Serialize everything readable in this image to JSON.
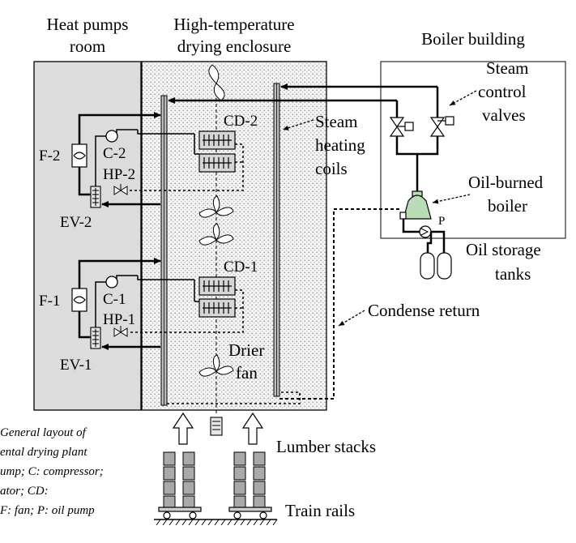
{
  "labels": {
    "heat_pumps_room_1": "Heat pumps",
    "heat_pumps_room_2": "room",
    "enclosure_1": "High-temperature",
    "enclosure_2": "drying enclosure",
    "boiler_building": "Boiler building",
    "steam_control_1": "Steam",
    "steam_control_2": "control",
    "steam_control_3": "valves",
    "steam_heating_1": "Steam",
    "steam_heating_2": "heating",
    "steam_heating_3": "coils",
    "oil_boiler_1": "Oil-burned",
    "oil_boiler_2": "boiler",
    "pump_p": "P",
    "oil_tanks_1": "Oil storage",
    "oil_tanks_2": "tanks",
    "condense_return": "Condense return",
    "drier_fan_1": "Drier",
    "drier_fan_2": "fan",
    "lumber_stacks": "Lumber stacks",
    "train_rails": "Train rails",
    "cd2": "CD-2",
    "cd1": "CD-1",
    "f2": "F-2",
    "c2": "C-2",
    "hp2": "HP-2",
    "ev2": "EV-2",
    "f1": "F-1",
    "c1": "C-1",
    "hp1": "HP-1",
    "ev1": "EV-1"
  },
  "caption": [
    "General layout of",
    "ental drying plant",
    "ump; C: compressor;",
    "ator; CD:",
    "F: fan; P: oil pump"
  ]
}
